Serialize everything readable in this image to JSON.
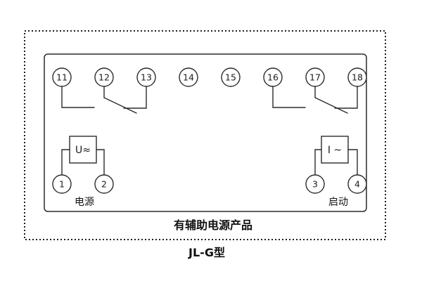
{
  "diagram": {
    "top_terminals": [
      "11",
      "12",
      "13",
      "14",
      "15",
      "16",
      "17",
      "18"
    ],
    "power": {
      "box_label": "U≈",
      "terminal_left": "1",
      "terminal_right": "2",
      "caption": "电源"
    },
    "start": {
      "box_label": "I ~",
      "terminal_left": "3",
      "terminal_right": "4",
      "caption": "启动"
    },
    "inner_caption": "有辅助电源产品",
    "model_label": "JL-G型",
    "colors": {
      "line": "#2b2b2b",
      "background": "#ffffff"
    }
  }
}
